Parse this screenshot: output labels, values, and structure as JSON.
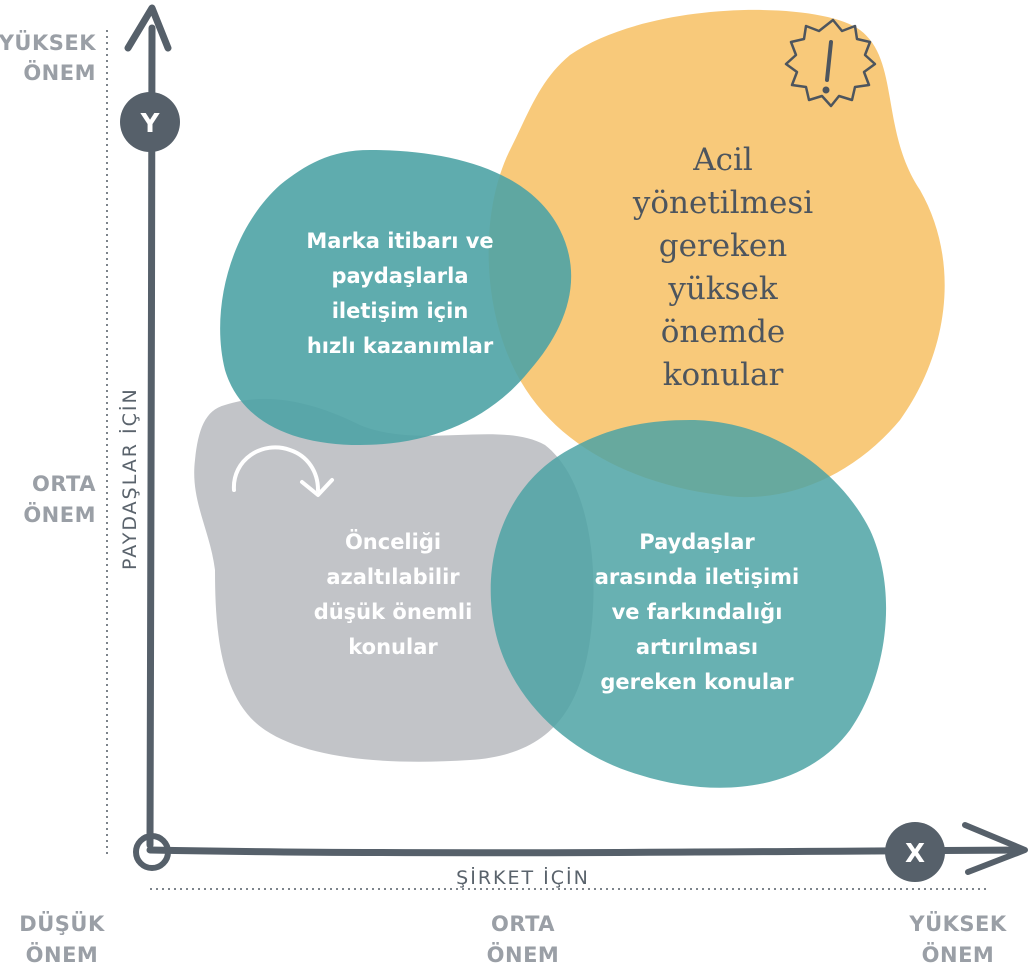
{
  "y_axis": {
    "badge": "Y",
    "title": "PAYDAŞLAR İÇİN",
    "levels": {
      "high": [
        "YÜKSEK",
        "ÖNEM"
      ],
      "mid": [
        "ORTA",
        "ÖNEM"
      ]
    }
  },
  "x_axis": {
    "badge": "X",
    "title": "ŞİRKET İÇİN",
    "levels": {
      "low": [
        "DÜŞÜK",
        "ÖNEM"
      ],
      "mid": [
        "ORTA",
        "ÖNEM"
      ],
      "high": [
        "YÜKSEK",
        "ÖNEM"
      ]
    }
  },
  "regions": {
    "quick_wins": [
      "Marka itibarı ve",
      "paydaşlarla",
      "iletişim için",
      "hızlı kazanımlar"
    ],
    "urgent": [
      "Acil",
      "yönetilmesi",
      "gereken",
      "yüksek",
      "önemde",
      "konular"
    ],
    "low_priority": [
      "Önceliği",
      "azaltılabilir",
      "düşük önemli",
      "konular"
    ],
    "communication": [
      "Paydaşlar",
      "arasında iletişimi",
      "ve farkındalığı",
      "artırılması",
      "gereken konular"
    ]
  },
  "colors": {
    "teal": "#5aabad",
    "yellow": "#f8c97a",
    "gray": "#bdbfc3",
    "axis": "#56606a"
  }
}
